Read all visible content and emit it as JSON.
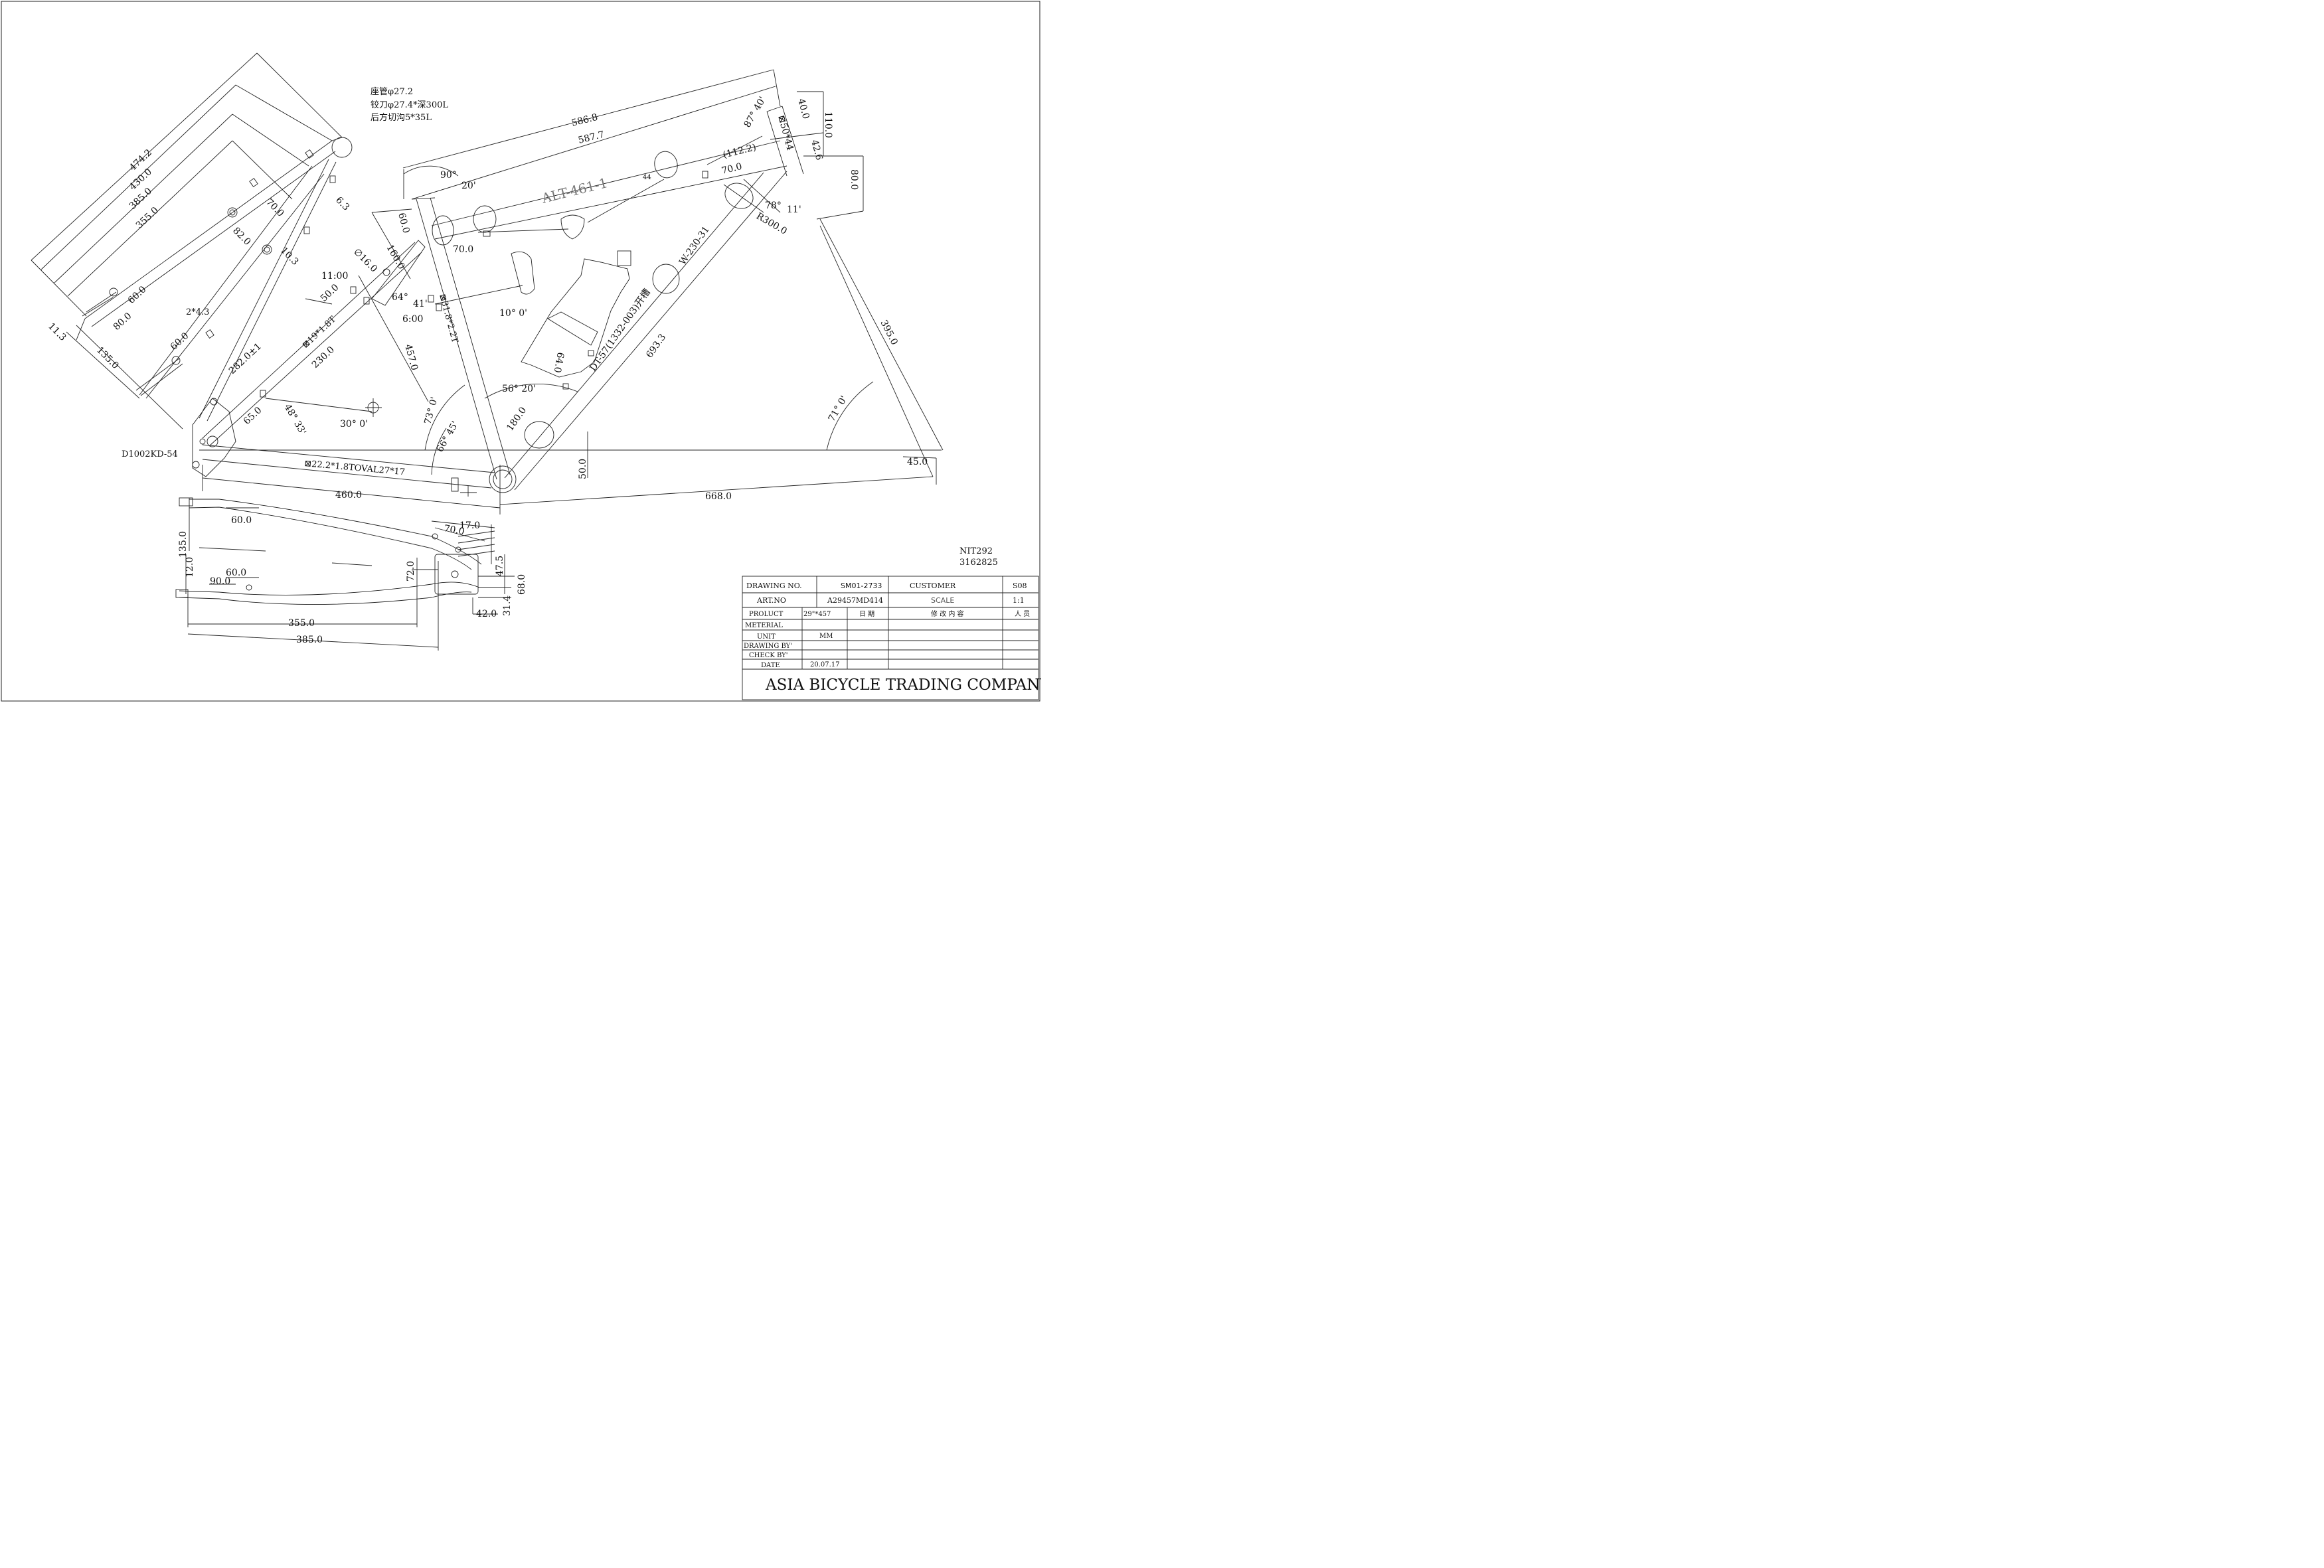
{
  "notes": {
    "line1": "座管φ27.2",
    "line2": "铰刀φ27.4*深300L",
    "line3": "后方切沟5*35L"
  },
  "part_label": "D1002KD-54",
  "codes": {
    "nit": "NIT292",
    "serial": "3162825"
  },
  "dimensions": {
    "d474": "474.2",
    "d430": "430.0",
    "d385a": "385.0",
    "d355a": "355.0",
    "d70a": "70.0",
    "d82": "82.0",
    "d63": "6.3",
    "d103": "10.3",
    "d60a": "60.0",
    "d80a": "80.0",
    "d113": "11.3",
    "d135a": "135.0",
    "d243": "2*4.3",
    "d60b": "60.0",
    "d282": "282.0±1",
    "d230": "230.0",
    "d50a": "50.0",
    "d1100": "11:00",
    "d16": "∅16.0",
    "d160": "160.0",
    "d600": "60.0",
    "d64": "64°",
    "d41": "41'",
    "d600t": "6:00",
    "d457": "457.0",
    "d48": "48° 33'",
    "d650": "65.0",
    "d30": "30° 0'",
    "d73": "73° 0'",
    "d66": "66° 45'",
    "d56": "56° 20'",
    "d1800": "180.0",
    "d640": "64.0",
    "d5868": "586.8",
    "d5877": "587.7",
    "d90": "90°",
    "d20": "20'",
    "d700b": "70.0",
    "alt": "ALT-461-1",
    "d44": "44",
    "d10": "10° 0'",
    "d8740": "87° 40'",
    "d400": "40.0",
    "d1100b": "110.0",
    "d5044": "⊠50*44",
    "d1122": "(112.2)",
    "d700c": "70.0",
    "d426": "42.6",
    "d800": "80.0",
    "d78": "78°",
    "d11": "11'",
    "dR300": "R300.0",
    "dW230": "W-230-31",
    "dDT": "DT-57(1332-003)开槽",
    "d6933": "693.3",
    "d3950": "395.0",
    "d71": "71° 0'",
    "d450": "45.0",
    "d500": "50.0",
    "d6680": "668.0",
    "d4600": "460.0",
    "dOval": "⊠22.2*1.8TOVAL27*17",
    "dTop": "⊠31.8*2.2T",
    "dSeat": "⊠19*1.8T",
    "dc600": "60.0",
    "dc135": "135.0",
    "dc120": "12.0",
    "dc600b": "60.0",
    "dc900": "90.0",
    "dc720": "72.0",
    "dc3550": "355.0",
    "dc3850": "385.0",
    "dc700": "70.0",
    "dc170": "17.0",
    "dc475": "47.5",
    "dc680": "68.0",
    "dc314": "31.4",
    "dc420": "42.0"
  },
  "title_block": {
    "drawing_no_label": "DRAWING NO.",
    "drawing_no": "SM01-2733",
    "customer_label": "CUSTOMER",
    "customer": "S08",
    "art_no_label": "ART.NO",
    "art_no": "A29457MD414",
    "scale_label": "SCALE",
    "scale": "1:1",
    "product_label": "PROLUCT",
    "product": "29\"*457",
    "date_col": "日 期",
    "change_col": "修 改 内 容",
    "person_col": "人 员",
    "material_label": "METERIAL",
    "unit_label": "UNIT",
    "unit": "MM",
    "drawing_by_label": "DRAWING BY'",
    "check_by_label": "CHECK BY'",
    "date_label": "DATE",
    "date": "20.07.17",
    "company": "ASIA BICYCLE TRADING COMPANY"
  }
}
